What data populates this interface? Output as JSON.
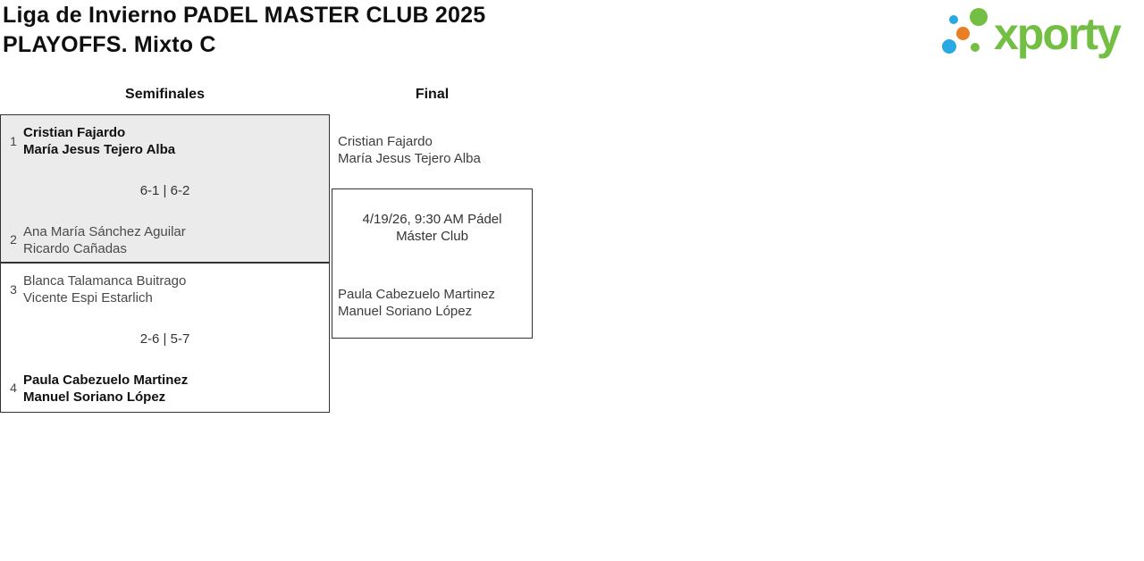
{
  "page": {
    "title_line1": "Liga de Invierno PADEL MASTER CLUB 2025",
    "title_line2": "PLAYOFFS. Mixto C"
  },
  "logo": {
    "wordmark": "xporty",
    "colors": {
      "green": "#72bf44",
      "blue": "#29a9e1",
      "orange": "#e97e23"
    }
  },
  "bracket": {
    "round_headers": [
      "Semifinales",
      "Final"
    ],
    "semifinals": [
      {
        "seed_top": "1",
        "team_top_line1": "Cristian Fajardo",
        "team_top_line2": "María Jesus Tejero Alba",
        "score": "6-1 | 6-2",
        "seed_bottom": "2",
        "team_bottom_line1": "Ana María Sánchez Aguilar",
        "team_bottom_line2": "Ricardo Cañadas",
        "winner": "top",
        "highlighted": true
      },
      {
        "seed_top": "3",
        "team_top_line1": "Blanca Talamanca Buitrago",
        "team_top_line2": "Vicente Espi Estarlich",
        "score": "2-6 | 5-7",
        "seed_bottom": "4",
        "team_bottom_line1": "Paula Cabezuelo Martinez",
        "team_bottom_line2": "Manuel Soriano López",
        "winner": "bottom",
        "highlighted": false
      }
    ],
    "final": {
      "team_top_line1": "Cristian Fajardo",
      "team_top_line2": "María Jesus Tejero Alba",
      "schedule_line1": "4/19/26, 9:30 AM Pádel",
      "schedule_line2": "Máster Club",
      "team_bottom_line1": "Paula Cabezuelo Martinez",
      "team_bottom_line2": "Manuel Soriano López"
    }
  },
  "colors": {
    "match_highlight_bg": "#ebebeb",
    "border": "#333333",
    "winner_text": "#111111",
    "team_text": "#4a4a4a"
  }
}
